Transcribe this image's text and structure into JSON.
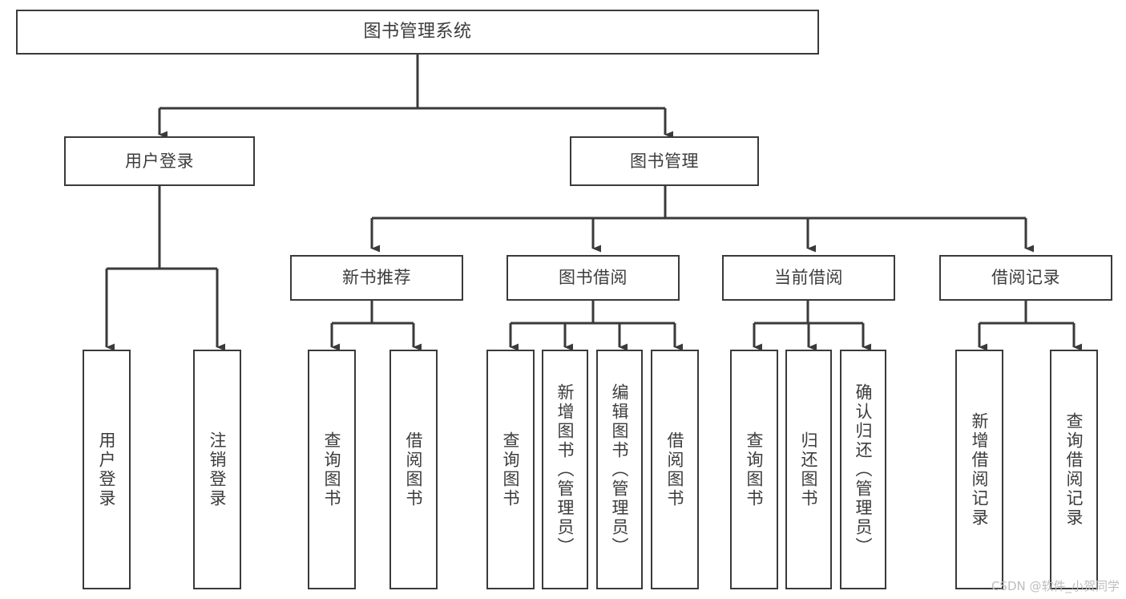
{
  "diagram": {
    "title": "图书管理系统",
    "type": "tree-hierarchy-diagram",
    "colors": {
      "box_border": "#3a3a3a",
      "box_fill": "#ffffff",
      "edge": "#3a3a3a",
      "text": "#3c3c3c",
      "watermark": "#bdbdbd",
      "background": "#ffffff"
    },
    "watermark": "CSDN @软件_小贺同学",
    "nodes": {
      "root": {
        "label": "图书管理系统"
      },
      "level1": [
        {
          "label": "用户登录"
        },
        {
          "label": "图书管理"
        }
      ],
      "level2": [
        {
          "label": "新书推荐"
        },
        {
          "label": "图书借阅"
        },
        {
          "label": "当前借阅"
        },
        {
          "label": "借阅记录"
        }
      ],
      "leaves_user_login": [
        {
          "label": "用户登录"
        },
        {
          "label": "注销登录"
        }
      ],
      "leaves_new_book": [
        {
          "label": "查询图书"
        },
        {
          "label": "借阅图书"
        }
      ],
      "leaves_borrow": [
        {
          "label": "查询图书"
        },
        {
          "label": "新增图书（管理员）"
        },
        {
          "label": "编辑图书（管理员）"
        },
        {
          "label": "借阅图书"
        }
      ],
      "leaves_current": [
        {
          "label": "查询图书"
        },
        {
          "label": "归还图书"
        },
        {
          "label": "确认归还（管理员）"
        }
      ],
      "leaves_records": [
        {
          "label": "新增借阅记录"
        },
        {
          "label": "查询借阅记录"
        }
      ]
    }
  }
}
